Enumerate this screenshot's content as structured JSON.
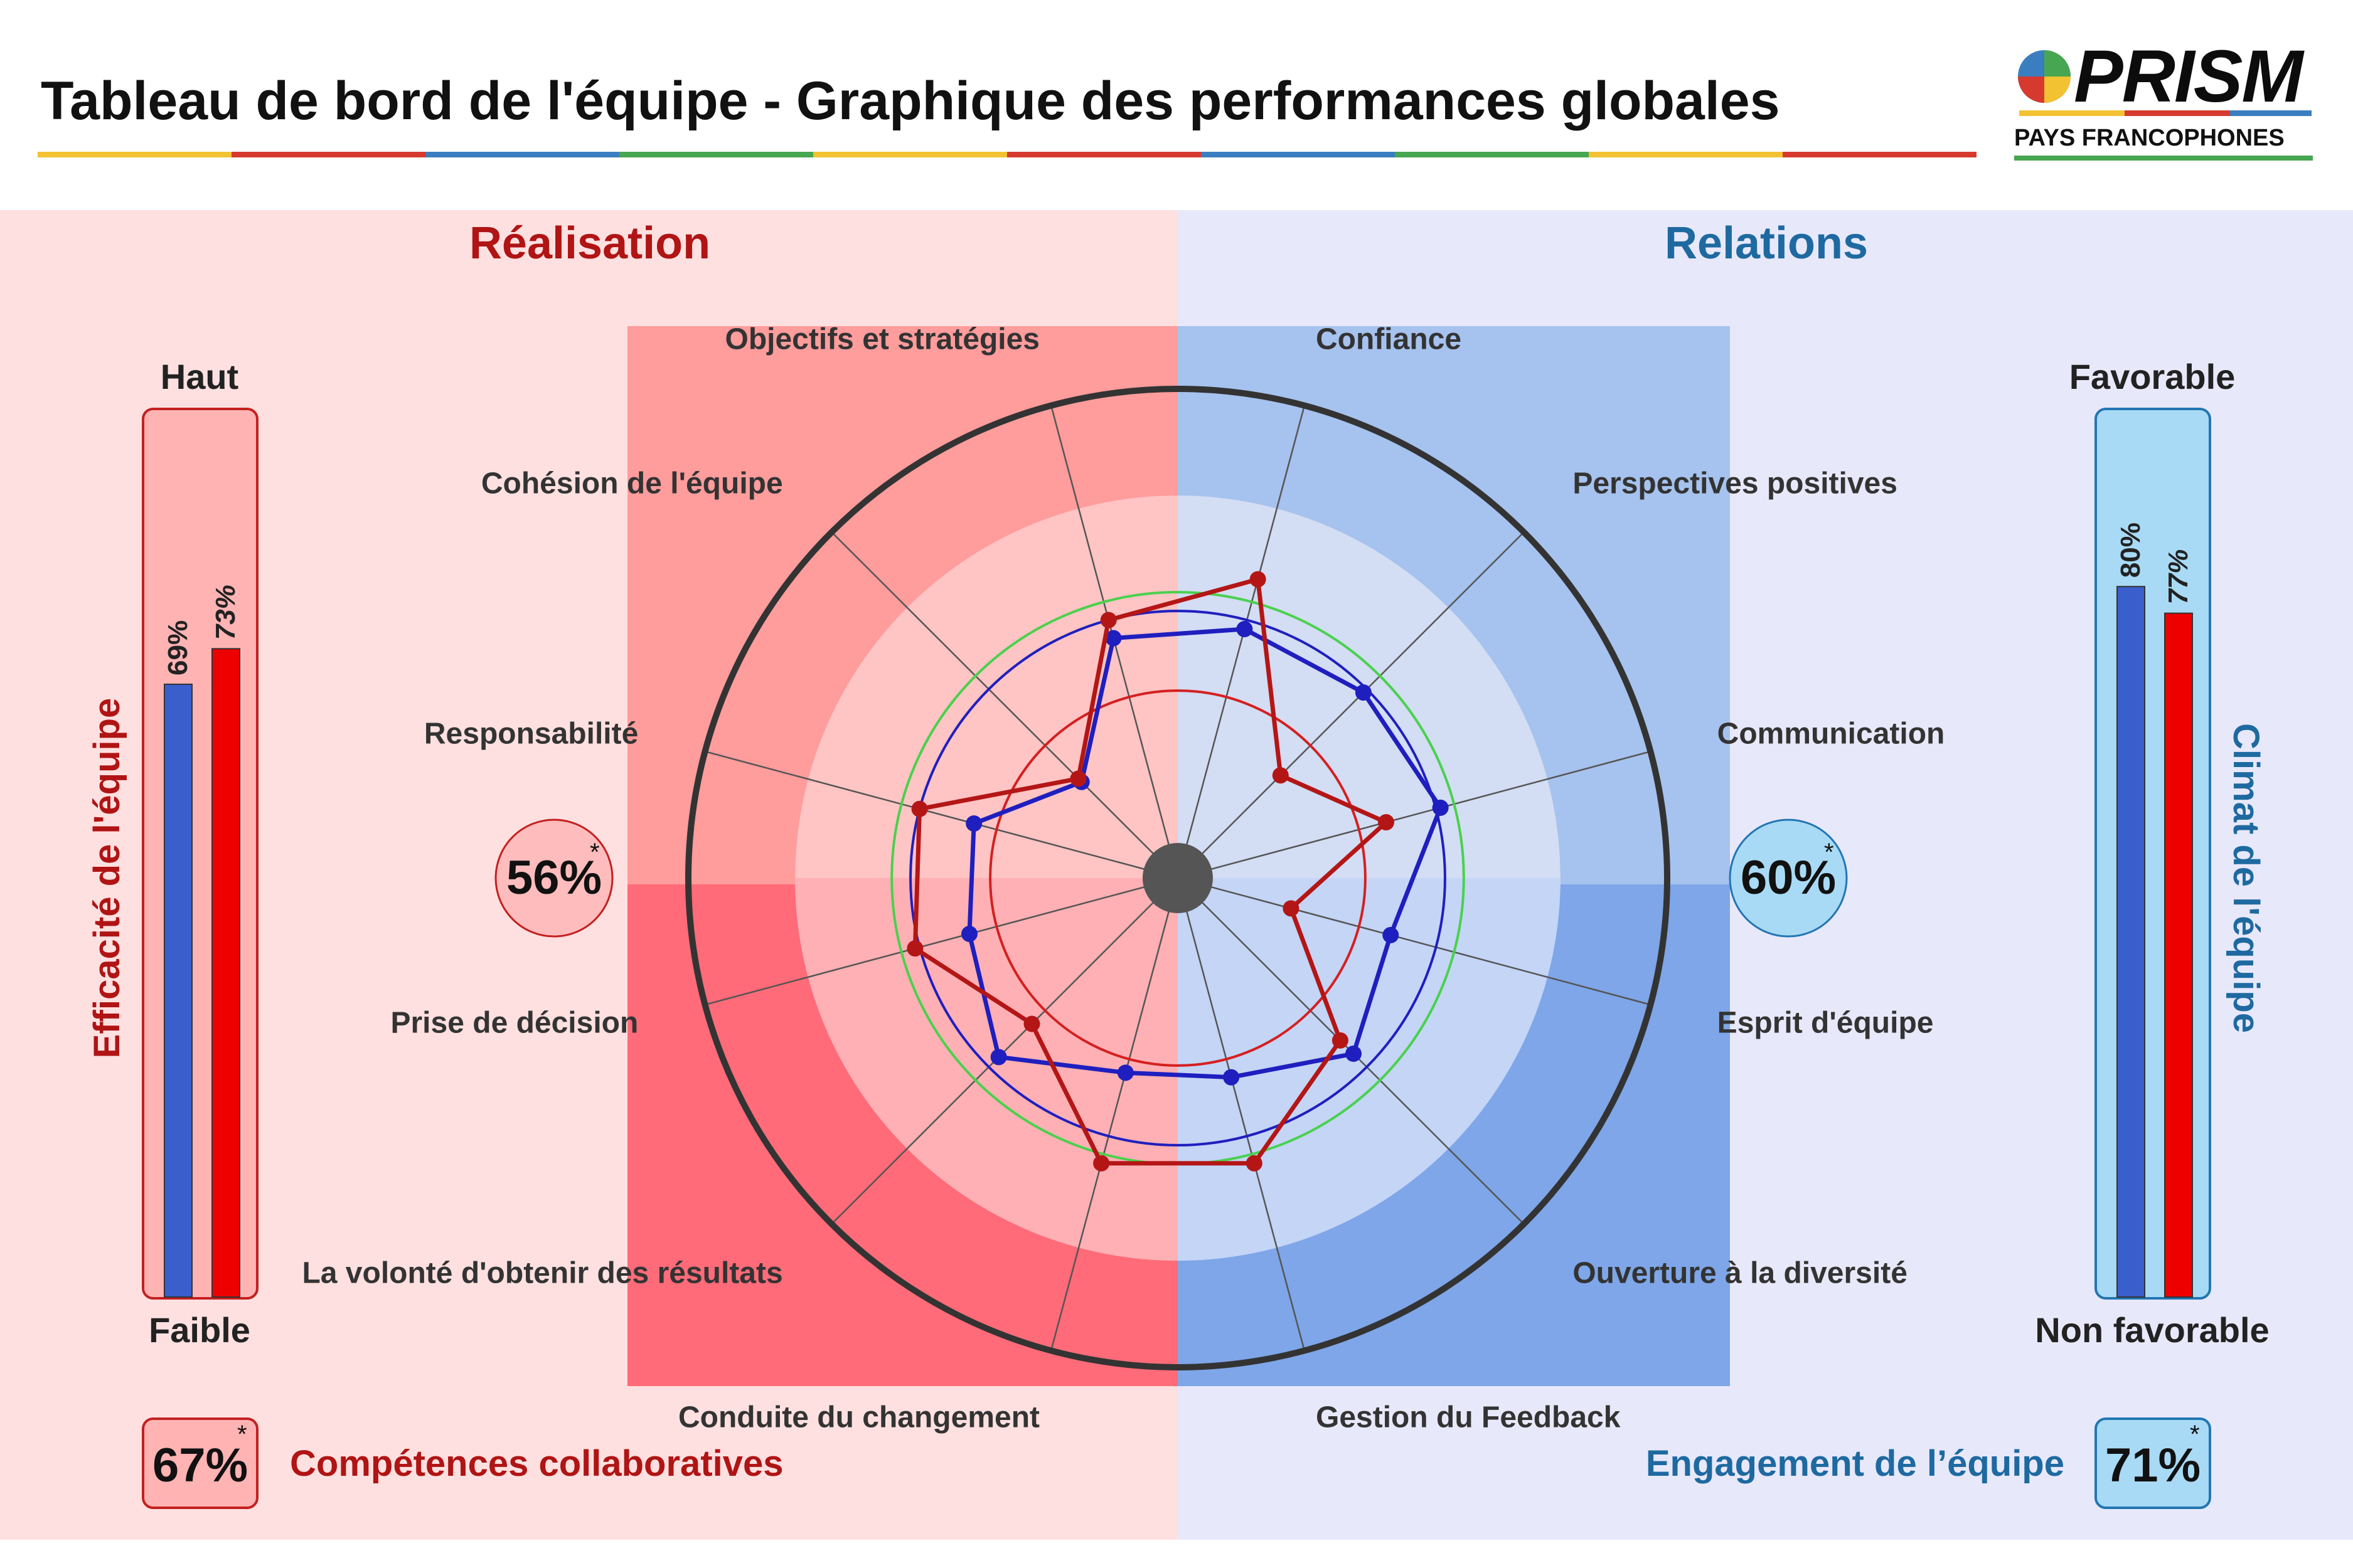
{
  "header": {
    "title": "Tableau de bord de l'équipe -  Graphique des performances globales",
    "logo": {
      "name": "PRISM",
      "subtitle": "PAYS FRANCOPHONES"
    },
    "stripe_colors": [
      "#f2c232",
      "#d63a2f",
      "#3a7ec0",
      "#47a651"
    ]
  },
  "colors": {
    "blue_series": "#1f1fbf",
    "red_series": "#b41616",
    "left_bg": "#ffe0e0",
    "right_bg": "#e8e8fb",
    "green_ring": "#49d14d"
  },
  "left": {
    "heading": "Réalisation",
    "axis_label": "Efficacité de l'équipe",
    "top_label": "Haut",
    "bottom_label": "Faible",
    "circle_badge": "56%",
    "circle_star": "*",
    "bottom_badge": "67%",
    "bottom_star": "*",
    "bottom_label_text": "Compétences collaboratives"
  },
  "right": {
    "heading": "Relations",
    "axis_label": "Climat de l'équipe",
    "top_label": "Favorable",
    "bottom_label": "Non favorable",
    "circle_badge": "60%",
    "circle_star": "*",
    "bottom_badge": "71%",
    "bottom_star": "*",
    "bottom_label_text": "Engagement de l’équipe"
  },
  "chart_data": [
    {
      "type": "radar",
      "categories": [
        "Confiance",
        "Perspectives positives",
        "Communication",
        "Esprit d'équipe",
        "Ouverture à la diversité",
        "Gestion du Feedback",
        "Conduite du changement",
        "La volonté d'obtenir des résultats",
        "Prise de décision",
        "Responsabilité",
        "Cohésion de l'équipe",
        "Objectifs et stratégies"
      ],
      "series": [
        {
          "color": "#1f1fbf",
          "values": [
            55,
            56,
            58,
            47,
            53,
            44,
            43,
            54,
            46,
            45,
            29,
            53
          ]
        },
        {
          "color": "#b41616",
          "values": [
            66,
            31,
            46,
            25,
            49,
            63,
            63,
            44,
            58,
            57,
            30,
            57
          ]
        }
      ],
      "rmax": 80,
      "reference_rings": [
        {
          "value": 40,
          "style": "dotted"
        },
        {
          "value": 57,
          "style": "solid",
          "color": "#1f1fbf"
        },
        {
          "value": 61,
          "style": "solid",
          "color": "#49d14d"
        },
        {
          "value": 40,
          "style": "solid",
          "color": "#d42020"
        }
      ]
    },
    {
      "type": "bar",
      "title": "Efficacité de l'équipe",
      "categories": [
        "",
        ""
      ],
      "values": [
        69,
        73
      ],
      "labels": [
        "69%",
        "73%"
      ],
      "colors": [
        "#3a5fcd",
        "#ee0000"
      ],
      "ylim": [
        0,
        100
      ]
    },
    {
      "type": "bar",
      "title": "Climat de l'équipe",
      "categories": [
        "",
        ""
      ],
      "values": [
        80,
        77
      ],
      "labels": [
        "80%",
        "77%"
      ],
      "colors": [
        "#3a5fcd",
        "#ee0000"
      ],
      "ylim": [
        0,
        100
      ]
    }
  ]
}
